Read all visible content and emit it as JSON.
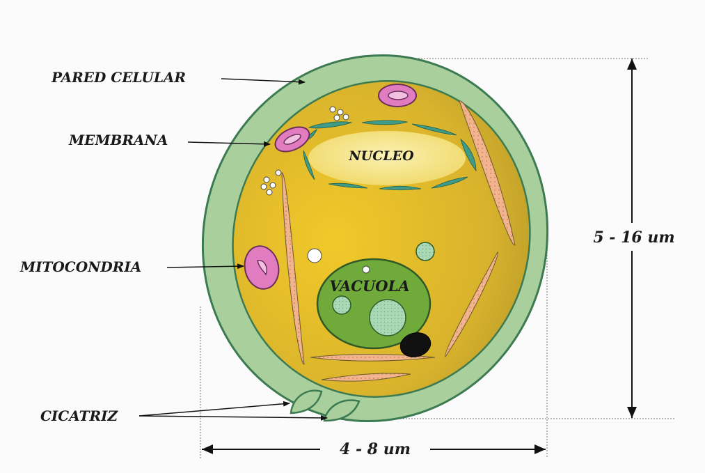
{
  "labels": {
    "cell_wall": "PARED CELULAR",
    "membrane": "MEMBRANA",
    "mitochondria": "MITOCONDRIA",
    "scar": "CICATRIZ",
    "nucleus": "NUCLEO",
    "vacuole": "VACUOLA",
    "height": "5 - 16 um",
    "width": "4 - 8 um"
  },
  "colors": {
    "cell_wall": "#a9cf9d",
    "cytoplasm": "#e3b82b",
    "nucleus": "#f3e27e",
    "nuclear_envelope": "#3f9a86",
    "vacuole": "#6faa3a",
    "mitochondria": "#e27cc0",
    "er_strands": "#f0b08c",
    "granule": "#111111"
  }
}
